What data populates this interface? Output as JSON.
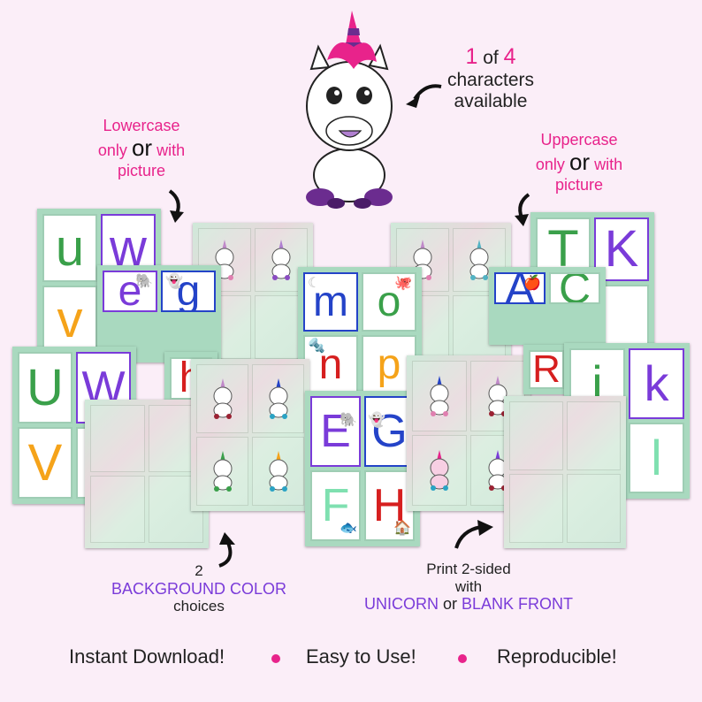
{
  "header": {
    "count_num": "1",
    "count_of": "of",
    "count_total": "4",
    "count_line2": "characters",
    "count_line3": "available"
  },
  "left_caption": {
    "line1": "Lowercase",
    "only": "only",
    "or": "or",
    "with": "with",
    "line3": "picture"
  },
  "right_caption": {
    "line1": "Uppercase",
    "only": "only",
    "or": "or",
    "with": "with",
    "line3": "picture"
  },
  "bg_caption": {
    "num": "2",
    "line2": "BACKGROUND COLOR",
    "line3": "choices"
  },
  "print_caption": {
    "line1": "Print 2-sided",
    "line2": "with",
    "unicorn": "UNICORN",
    "or": "or",
    "blank": "BLANK FRONT"
  },
  "footer": {
    "item1": "Instant Download!",
    "item2": "Easy to Use!",
    "item3": "Reproducible!"
  },
  "cards": {
    "lower_back": [
      "u",
      "w",
      "v"
    ],
    "lower_front": [
      "e",
      "g"
    ],
    "mo": [
      "m",
      "o"
    ],
    "np": [
      "n",
      "p"
    ],
    "upper_front": [
      "A",
      "C"
    ],
    "upper_back": [
      "T",
      "K"
    ],
    "uw": [
      "U",
      "W",
      "V"
    ],
    "h": "h",
    "eg": [
      "E",
      "G",
      "F",
      "H"
    ],
    "ik": [
      "i",
      "k",
      "l"
    ],
    "r": "R"
  },
  "colors": {
    "accent_pink": "#e8238b",
    "accent_purple": "#7a3bd9",
    "card_green": "#a9d9bf"
  }
}
